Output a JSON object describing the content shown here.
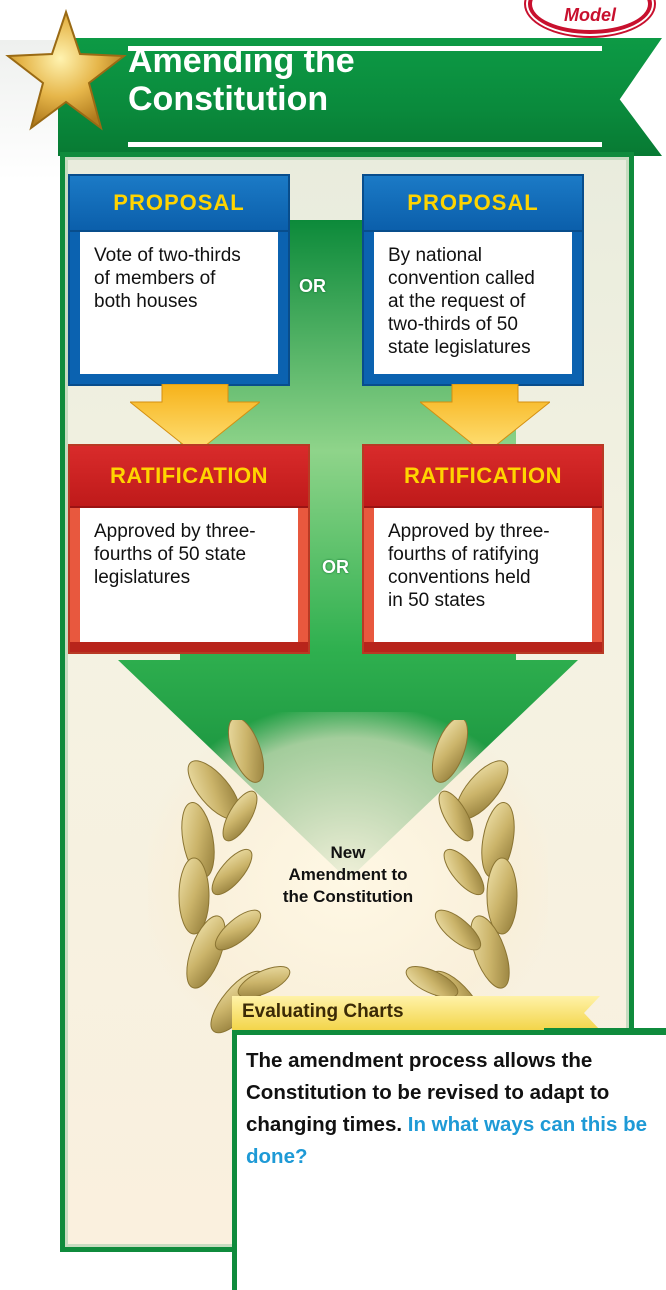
{
  "badge": {
    "text": "Model"
  },
  "title": {
    "line1": "Amending the",
    "line2": "Constitution"
  },
  "proposals": [
    {
      "heading": "PROPOSAL",
      "lines": [
        "Vote of two-thirds",
        "of members of",
        "both houses"
      ]
    },
    {
      "heading": "PROPOSAL",
      "lines": [
        "By national",
        "convention called",
        "at the request of",
        "two-thirds of 50",
        "state legislatures"
      ]
    }
  ],
  "ratifications": [
    {
      "heading": "RATIFICATION",
      "lines": [
        "Approved by three-",
        "fourths of 50 state",
        "legislatures"
      ]
    },
    {
      "heading": "RATIFICATION",
      "lines": [
        "Approved by three-",
        "fourths of ratifying",
        "conventions held",
        "in 50 states"
      ]
    }
  ],
  "connectors": {
    "or_top": "OR",
    "or_bottom": "OR"
  },
  "result": {
    "line1": "New",
    "line2": "Amendment to",
    "line3": "the Constitution"
  },
  "evaluating": {
    "label": "Evaluating Charts",
    "statement": "The amendment process allows the Constitution to be revised to adapt to changing times.",
    "question": "In what ways can this be done?"
  },
  "colors": {
    "green": "#0f8b3c",
    "blue": "#0b62b0",
    "red": "#d92b2b",
    "yellow_text": "#ffd400",
    "question_blue": "#1e9ad6"
  }
}
